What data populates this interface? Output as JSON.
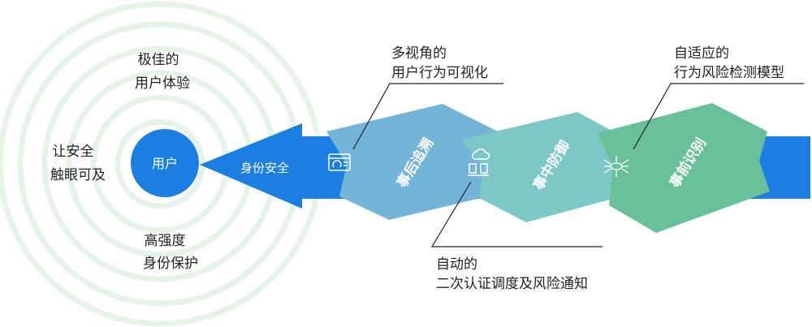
{
  "colors": {
    "primary_blue": "#1a7fe0",
    "ring_green": "#e6f3e9",
    "band_1": "#74b4d8",
    "band_2": "#7dc7c7",
    "band_3": "#68c09a",
    "line": "#222222"
  },
  "center": {
    "label": "用户",
    "benefits": [
      {
        "line1": "极佳的",
        "line2": "用户体验"
      },
      {
        "line1": "让安全",
        "line2": "触眼可及"
      },
      {
        "line1": "高强度",
        "line2": "身份保护"
      }
    ]
  },
  "arrow": {
    "label": "身份安全"
  },
  "stages": [
    {
      "label": "事后追溯",
      "icon": "dashboard-monitor-icon"
    },
    {
      "label": "事中防御",
      "icon": "cloud-server-icon"
    },
    {
      "label": "事前识别",
      "icon": "neural-network-icon"
    }
  ],
  "callouts": [
    {
      "line1": "多视角的",
      "line2": "用户行为可视化"
    },
    {
      "line1": "自动的",
      "line2": "二次认证调度及风险通知"
    },
    {
      "line1": "自适应的",
      "line2": "行为风险检测模型"
    }
  ]
}
